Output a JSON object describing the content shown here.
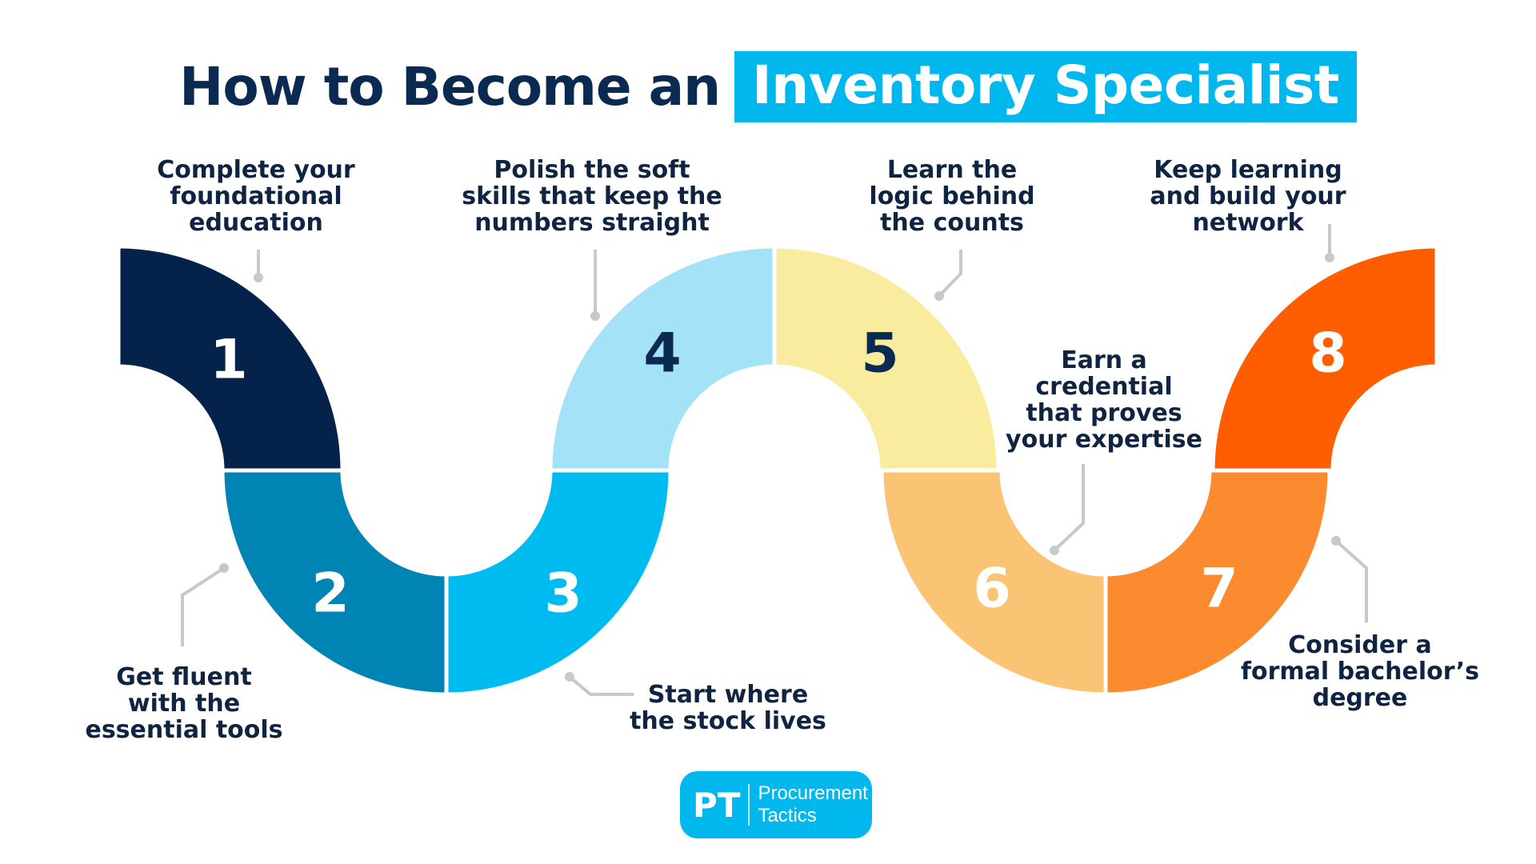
{
  "title": {
    "prefix": "How to Become an",
    "highlight": "Inventory Specialist"
  },
  "steps": [
    {
      "number": "1",
      "label": "Complete your\nfoundational\neducation",
      "color": "#04224a"
    },
    {
      "number": "2",
      "label": "Get fluent\nwith the\nessential tools",
      "color": "#0084b4"
    },
    {
      "number": "3",
      "label": "Start where\nthe stock lives",
      "color": "#00bbf0"
    },
    {
      "number": "4",
      "label": "Polish the soft\nskills that keep the\nnumbers straight",
      "color": "#a4e3f7"
    },
    {
      "number": "5",
      "label": "Learn the\nlogic behind\nthe counts",
      "color": "#f9ec9f"
    },
    {
      "number": "6",
      "label": "Earn a\ncredential\nthat proves\nyour expertise",
      "color": "#fbc474"
    },
    {
      "number": "7",
      "label": "Consider a\nformal bachelor’s\ndegree",
      "color": "#fc8a2e"
    },
    {
      "number": "8",
      "label": "Keep learning\nand build your\nnetwork",
      "color": "#fe5e00"
    }
  ],
  "colors": {
    "title": "#0a2a52",
    "accent": "#00b8ee",
    "number_dark": "#0a2a52",
    "number_light": "#ffffff",
    "connector": "#c8c8c8"
  },
  "logo": {
    "mark": "PT",
    "line1": "Procurement",
    "line2": "Tactics"
  }
}
